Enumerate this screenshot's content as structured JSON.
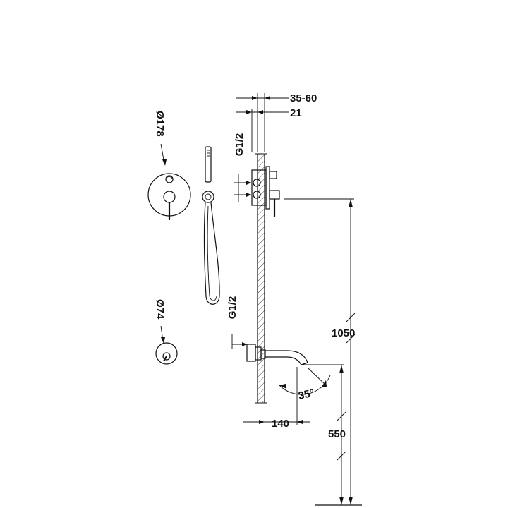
{
  "dimensions": {
    "recess_depth": "35-60",
    "wall_offset": "21",
    "thread_mixer": "G1/2",
    "thread_spout": "G1/2",
    "plate_diameter": "Ø178",
    "small_plate_diameter": "Ø74",
    "height_mixer": "1050",
    "height_spout": "550",
    "spout_projection": "140",
    "spout_angle": "35°"
  },
  "colors": {
    "line": "#111111",
    "background": "#ffffff"
  }
}
